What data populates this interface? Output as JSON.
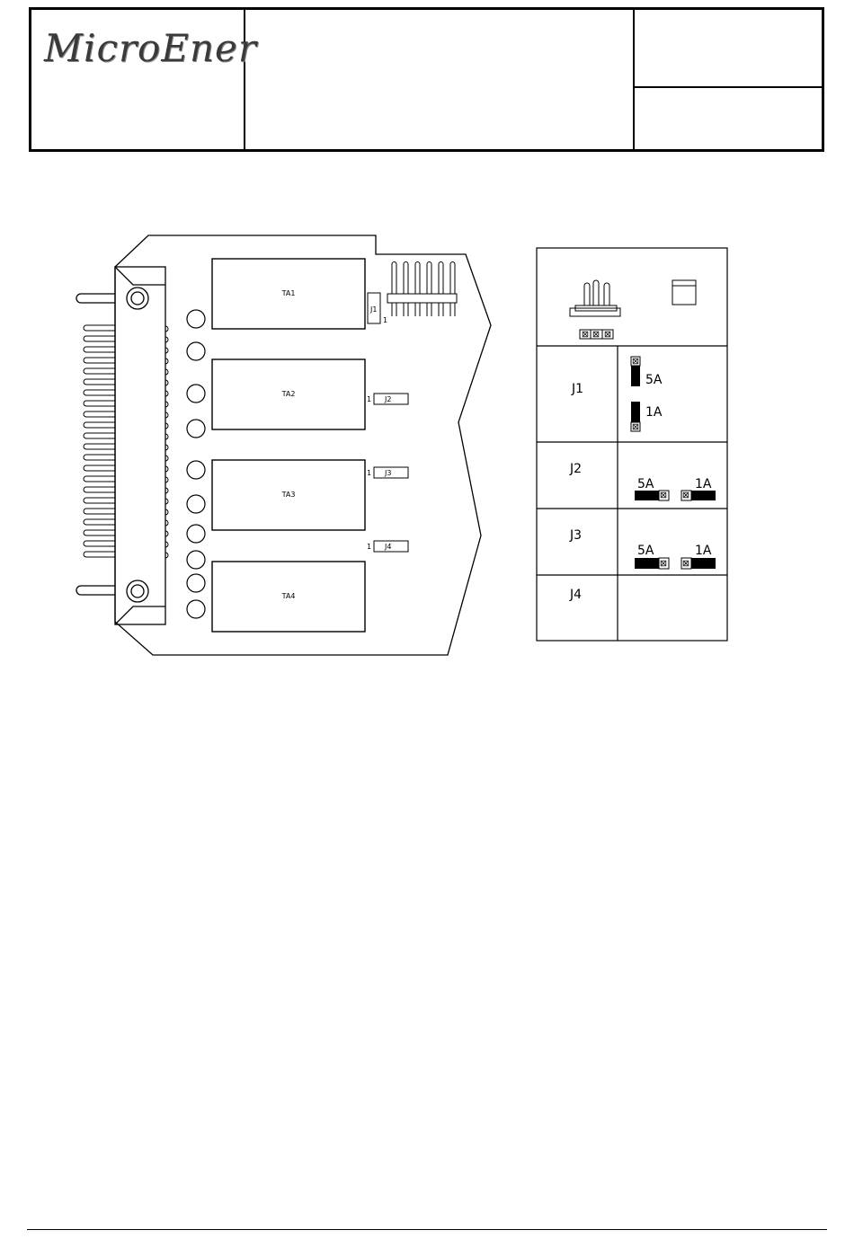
{
  "header": {
    "logo_text": "MicroEner"
  },
  "board": {
    "transformers": [
      "TA1",
      "TA2",
      "TA3",
      "TA4"
    ],
    "jumpers": [
      {
        "label": "J1",
        "pin": "1"
      },
      {
        "label": "J2",
        "pin": "1"
      },
      {
        "label": "J3",
        "pin": "1"
      },
      {
        "label": "J4",
        "pin": "1"
      }
    ]
  },
  "legend_table": {
    "rows": [
      {
        "label": "J1",
        "opt_a": "5A",
        "opt_b": "1A"
      },
      {
        "label": "J2",
        "opt_a": "5A",
        "opt_b": "1A"
      },
      {
        "label": "J3",
        "opt_a": "5A",
        "opt_b": "1A"
      },
      {
        "label": "J4"
      }
    ]
  }
}
